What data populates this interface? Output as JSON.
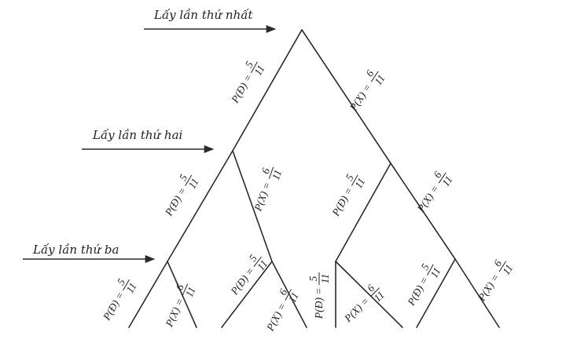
{
  "levels": [
    {
      "label": "Lấy lần thứ nhất"
    },
    {
      "label": "Lấy lần thứ hai"
    },
    {
      "label": "Lấy lần thứ ba"
    }
  ],
  "tree": {
    "nodes": [
      {
        "id": "root",
        "level": 0,
        "path": ""
      },
      {
        "id": "D",
        "level": 1,
        "path": "Đ"
      },
      {
        "id": "X",
        "level": 1,
        "path": "X"
      },
      {
        "id": "DD",
        "level": 2,
        "path": "ĐĐ"
      },
      {
        "id": "DX",
        "level": 2,
        "path": "ĐX"
      },
      {
        "id": "XD",
        "level": 2,
        "path": "XĐ"
      },
      {
        "id": "XX",
        "level": 2,
        "path": "XX"
      },
      {
        "id": "DDD",
        "level": 3,
        "path": "ĐĐĐ"
      },
      {
        "id": "DDX",
        "level": 3,
        "path": "ĐĐX"
      },
      {
        "id": "DXD",
        "level": 3,
        "path": "ĐXĐ"
      },
      {
        "id": "DXX",
        "level": 3,
        "path": "ĐXX"
      },
      {
        "id": "XDD",
        "level": 3,
        "path": "XĐĐ"
      },
      {
        "id": "XDX",
        "level": 3,
        "path": "XĐX"
      },
      {
        "id": "XXD",
        "level": 3,
        "path": "XXĐ"
      },
      {
        "id": "XXX",
        "level": 3,
        "path": "XXX"
      }
    ],
    "edges": [
      {
        "from": "root",
        "to": "D",
        "label": "P(Đ) =",
        "num": "5",
        "den": "11"
      },
      {
        "from": "root",
        "to": "X",
        "label": "P(X) =",
        "num": "6",
        "den": "11"
      },
      {
        "from": "D",
        "to": "DD",
        "label": "P(Đ) =",
        "num": "5",
        "den": "11"
      },
      {
        "from": "D",
        "to": "DX",
        "label": "P(X) =",
        "num": "6",
        "den": "11"
      },
      {
        "from": "X",
        "to": "XD",
        "label": "P(Đ) =",
        "num": "5",
        "den": "11"
      },
      {
        "from": "X",
        "to": "XX",
        "label": "P(X) =",
        "num": "6",
        "den": "11"
      },
      {
        "from": "DD",
        "to": "DDD",
        "label": "P(Đ) =",
        "num": "5",
        "den": "11"
      },
      {
        "from": "DD",
        "to": "DDX",
        "label": "P(X) =",
        "num": "6",
        "den": "11"
      },
      {
        "from": "DX",
        "to": "DXD",
        "label": "P(Đ) =",
        "num": "5",
        "den": "11"
      },
      {
        "from": "DX",
        "to": "DXX",
        "label": "P(X) =",
        "num": "6",
        "den": "11"
      },
      {
        "from": "XD",
        "to": "XDD",
        "label": "P(Đ) =",
        "num": "5",
        "den": "11"
      },
      {
        "from": "XD",
        "to": "XDX",
        "label": "P(X) =",
        "num": "6",
        "den": "11"
      },
      {
        "from": "XX",
        "to": "XXD",
        "label": "P(Đ) =",
        "num": "5",
        "den": "11"
      },
      {
        "from": "XX",
        "to": "XXX",
        "label": "P(X) =",
        "num": "6",
        "den": "11"
      }
    ]
  }
}
